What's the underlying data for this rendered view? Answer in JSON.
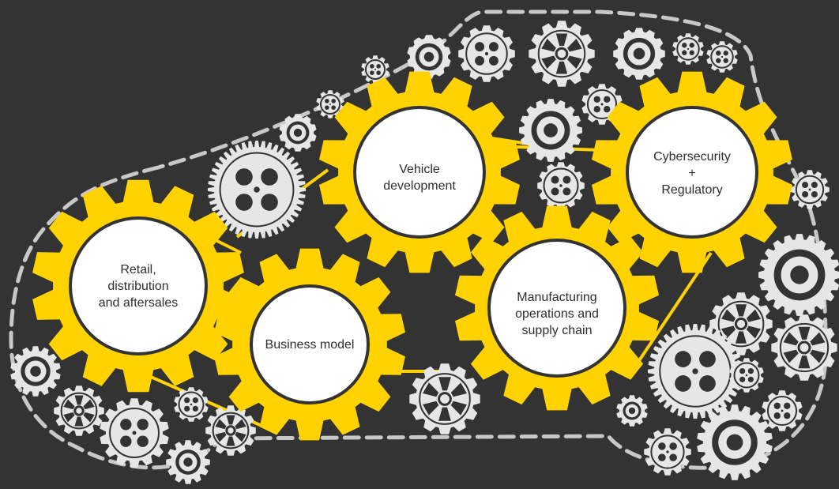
{
  "colors": {
    "background": "#333333",
    "primary_gear": "#ffd200",
    "gear_center": "#ffffff",
    "gear_ring": "#333333",
    "background_gears": "#e6e6e6",
    "outline": "#c8c8c8",
    "connector": "#ffd200",
    "text": "#2e2e2e"
  },
  "shape": "car-silhouette-outline",
  "primary_gears": [
    {
      "id": "retail",
      "lines": [
        "Retail,",
        "distribution",
        "and aftersales"
      ]
    },
    {
      "id": "business",
      "lines": [
        "Business  model"
      ]
    },
    {
      "id": "vehicle",
      "lines": [
        "Vehicle",
        "development"
      ]
    },
    {
      "id": "manufacturing",
      "lines": [
        "Manufacturing",
        "operations and",
        "supply chain"
      ]
    },
    {
      "id": "cyber",
      "lines": [
        "Cybersecurity",
        "+",
        "Regulatory"
      ]
    }
  ]
}
